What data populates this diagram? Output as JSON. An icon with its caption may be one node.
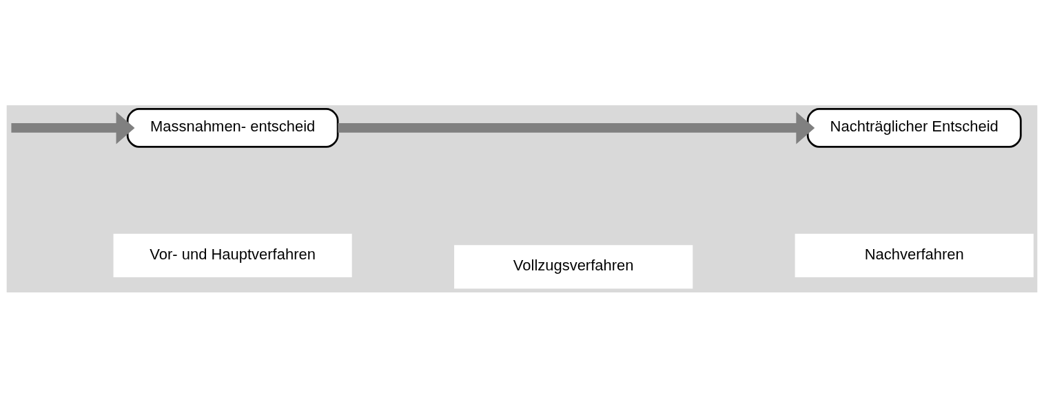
{
  "diagram": {
    "nodes": [
      {
        "text": [
          "Massnahmen- entscheid"
        ]
      },
      {
        "text": [
          "Nachträglicher Entscheid"
        ]
      },
      {
        "text": [
          "Vor- und Hauptverfahren"
        ]
      },
      {
        "text": [
          "Vollzugsverfahren"
        ]
      },
      {
        "text": [
          "Nachverfahren"
        ]
      }
    ],
    "edges": [
      {
        "from": null,
        "to": 0,
        "arrow": "to"
      },
      {
        "from": 0,
        "to": 1,
        "arrow": "to"
      }
    ]
  }
}
